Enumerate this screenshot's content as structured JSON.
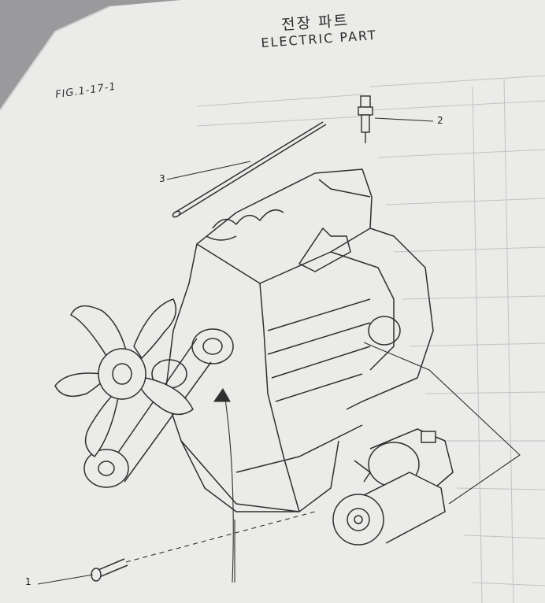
{
  "page": {
    "title_korean": "전장 파트",
    "title_english": "ELECTRIC PART",
    "figure_label": "FIG.1-17-1"
  },
  "diagram": {
    "callouts": [
      {
        "number": "1",
        "part": "bolt"
      },
      {
        "number": "2",
        "part": "glow plug"
      },
      {
        "number": "3",
        "part": "dipstick"
      }
    ],
    "components": [
      "engine",
      "cooling-fan",
      "starter-motor"
    ]
  },
  "colors": {
    "paper": "#ebebe9",
    "ink": "#2f2f2f",
    "background": "#9a9a9c",
    "table_ink": "#b9b9bb"
  }
}
